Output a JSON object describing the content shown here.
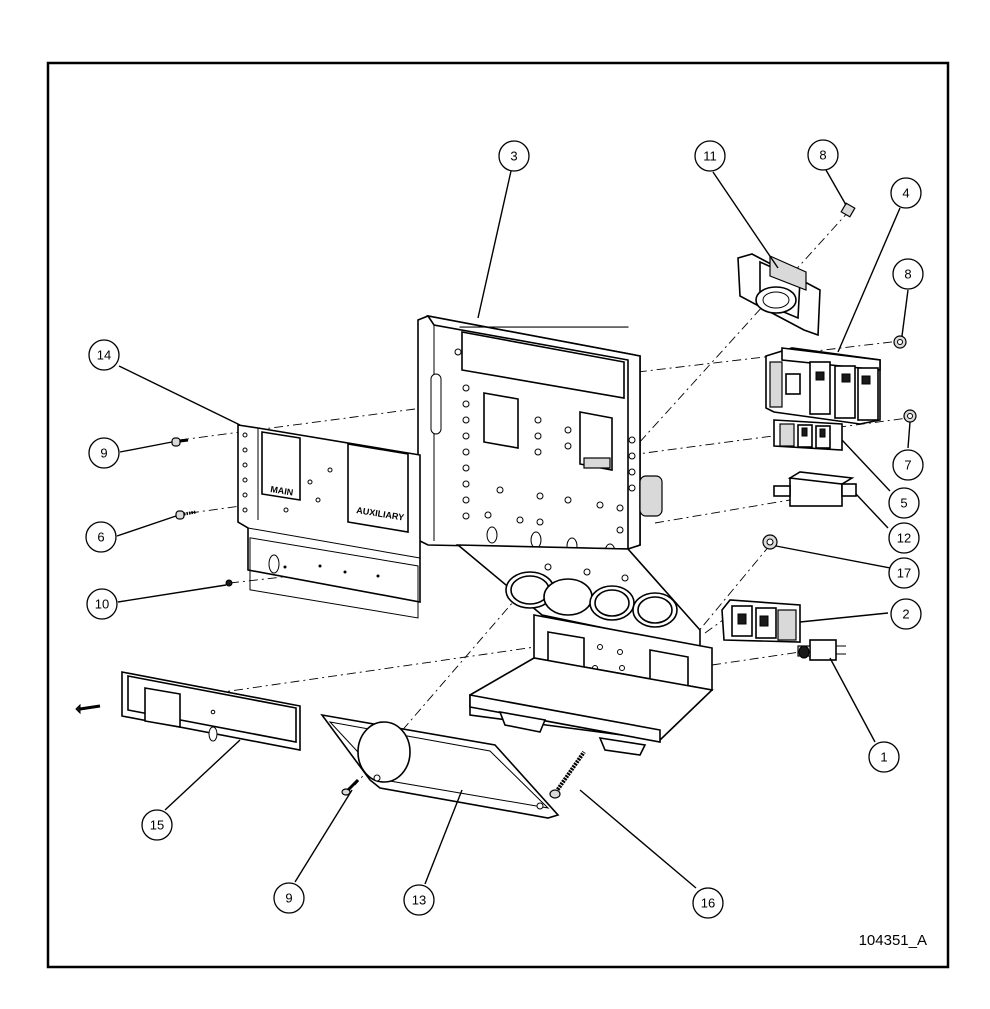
{
  "drawing": {
    "number": "104351_A",
    "plate_labels": {
      "main": "MAIN",
      "auxiliary": "AUXILIARY"
    }
  },
  "callouts": [
    {
      "id": "c1",
      "label": "1"
    },
    {
      "id": "c2",
      "label": "2"
    },
    {
      "id": "c3",
      "label": "3"
    },
    {
      "id": "c4",
      "label": "4"
    },
    {
      "id": "c5",
      "label": "5"
    },
    {
      "id": "c6",
      "label": "6"
    },
    {
      "id": "c7",
      "label": "7"
    },
    {
      "id": "c8a",
      "label": "8"
    },
    {
      "id": "c8b",
      "label": "8"
    },
    {
      "id": "c9a",
      "label": "9"
    },
    {
      "id": "c9b",
      "label": "9"
    },
    {
      "id": "c10",
      "label": "10"
    },
    {
      "id": "c11",
      "label": "11"
    },
    {
      "id": "c12",
      "label": "12"
    },
    {
      "id": "c13",
      "label": "13"
    },
    {
      "id": "c14",
      "label": "14"
    },
    {
      "id": "c15",
      "label": "15"
    },
    {
      "id": "c16",
      "label": "16"
    },
    {
      "id": "c17",
      "label": "17"
    }
  ],
  "colors": {
    "line": "#000000",
    "background": "#ffffff",
    "shade": "#d9d9d9"
  }
}
